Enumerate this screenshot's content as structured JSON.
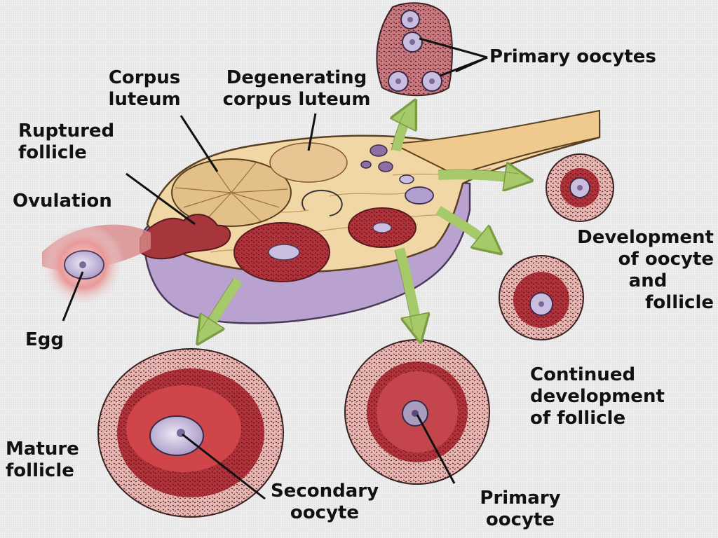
{
  "labels": {
    "corpus_luteum": [
      "Corpus",
      "luteum"
    ],
    "degenerating_corpus_luteum": [
      "Degenerating",
      "corpus luteum"
    ],
    "ruptured_follicle": [
      "Ruptured",
      "follicle"
    ],
    "ovulation": "Ovulation",
    "egg": "Egg",
    "primary_oocytes": "Primary oocytes",
    "development_of_oocyte": [
      "Development",
      "of oocyte",
      "and",
      "follicle"
    ],
    "continued_development": [
      "Continued",
      "development",
      "of follicle"
    ],
    "mature_follicle": [
      "Mature",
      "follicle"
    ],
    "secondary_oocyte": [
      "Secondary",
      "oocyte"
    ],
    "primary_oocyte": [
      "Primary",
      "oocyte"
    ]
  },
  "colors": {
    "ovary_body": "#f2d7a6",
    "ovary_underside": "#b9a2cf",
    "follicle_red": "#b0333c",
    "follicle_rim": "#e8b7b4",
    "oocyte": "#c9bde0",
    "arrow_green": "#a6c96a"
  }
}
